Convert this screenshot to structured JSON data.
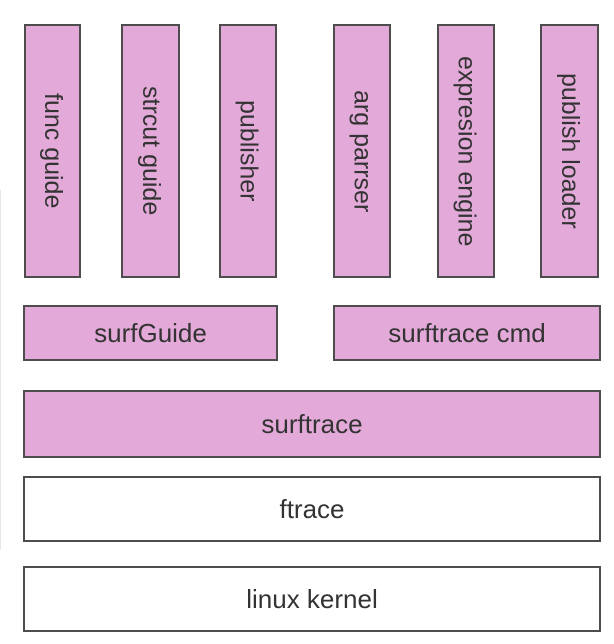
{
  "top_modules": [
    {
      "label": "func guide"
    },
    {
      "label": "strcut guide"
    },
    {
      "label": "publisher"
    },
    {
      "label": "arg parrser"
    },
    {
      "label": "expresion engine"
    },
    {
      "label": "publish loader"
    }
  ],
  "middle_modules": [
    {
      "label": "surfGuide"
    },
    {
      "label": "surftrace cmd"
    }
  ],
  "layers": [
    {
      "label": "surftrace"
    },
    {
      "label": "ftrace"
    },
    {
      "label": "linux kernel"
    }
  ],
  "colors": {
    "pink_fill": "#e3a9d9",
    "white_fill": "#ffffff",
    "border": "#4d4d4d",
    "text": "#333333"
  }
}
